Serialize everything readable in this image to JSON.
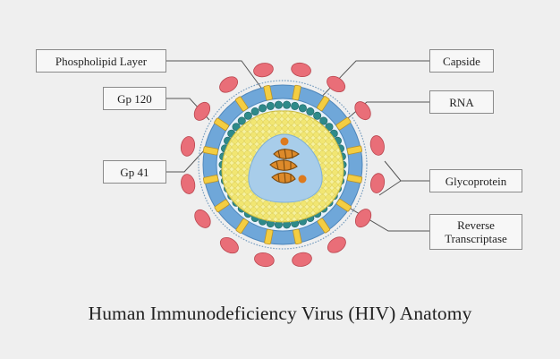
{
  "title": "Human Immunodeficiency Virus (HIV) Anatomy",
  "labels": {
    "phospholipid": "Phospholipid Layer",
    "gp120": "Gp 120",
    "gp41": "Gp 41",
    "capside": "Capside",
    "rna": "RNA",
    "glycoprotein": "Glycoprotein",
    "reverse_transcriptase_line1": "Reverse",
    "reverse_transcriptase_line2": "Transcriptase"
  },
  "colors": {
    "background": "#efefef",
    "envelope_blue": "#6fa7d9",
    "envelope_light": "#e6f1fb",
    "knob_pink": "#e96e78",
    "stalk_yellow": "#f4cd41",
    "matrix_teal": "#2e8a8a",
    "capsid_yellow": "#f3ec8d",
    "core_blue": "#a8cdea",
    "rna_orange": "#dd8a2a",
    "line_gray": "#555555"
  }
}
